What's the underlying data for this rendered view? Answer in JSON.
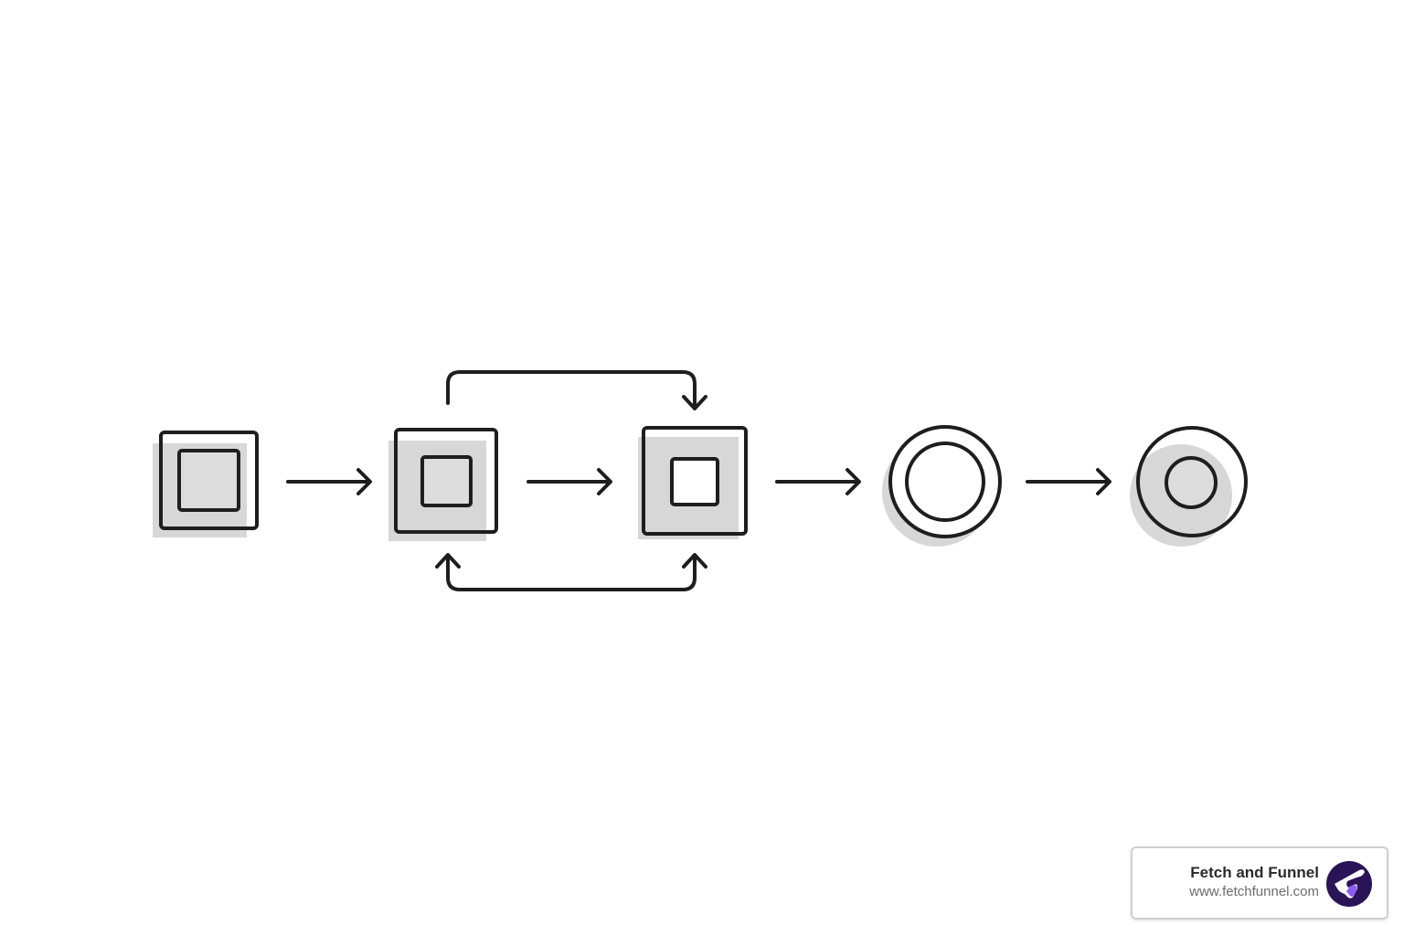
{
  "brand": {
    "name": "Fetch and Funnel",
    "url": "www.fetchfunnel.com",
    "logo_icon": "fetch-and-funnel-logo-icon",
    "logo_color": "#2a1458",
    "logo_accent": "#8b5cf6"
  },
  "diagram": {
    "nodes": [
      {
        "id": "node-1",
        "shape": "square-with-inner-square"
      },
      {
        "id": "node-2",
        "shape": "square-with-inner-square"
      },
      {
        "id": "node-3",
        "shape": "square-with-inner-square"
      },
      {
        "id": "node-4",
        "shape": "ring"
      },
      {
        "id": "node-5",
        "shape": "ring-with-small-center"
      }
    ],
    "edges": [
      {
        "from": "node-1",
        "to": "node-2"
      },
      {
        "from": "node-2",
        "to": "node-3"
      },
      {
        "from": "node-3",
        "to": "node-4"
      },
      {
        "from": "node-4",
        "to": "node-5"
      },
      {
        "from": "node-2",
        "to": "node-3",
        "route": "over-top"
      },
      {
        "from": "node-2",
        "to": "node-3",
        "route": "under-bottom",
        "bidirectional": true
      }
    ],
    "colors": {
      "stroke": "#1e1e1e",
      "shadow": "#d7d7d7",
      "fill": "#dcdcdc"
    }
  }
}
